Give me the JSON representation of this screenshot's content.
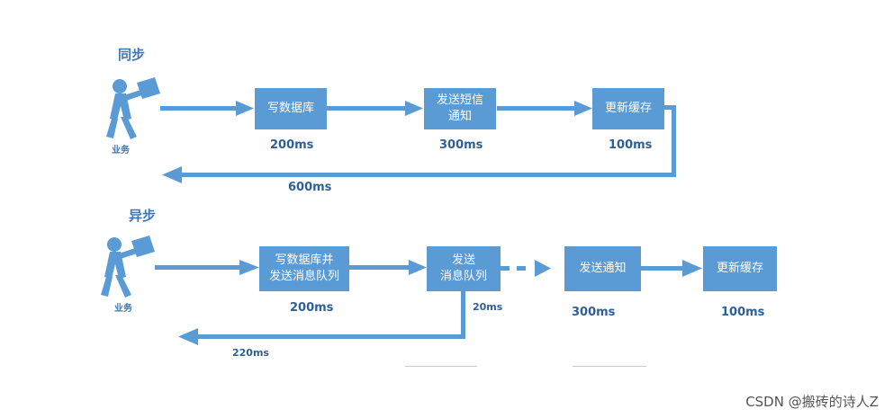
{
  "sync": {
    "title": "同步",
    "actor": "业务",
    "step1": {
      "label": "写数据库",
      "time": "200ms"
    },
    "step2": {
      "label": "发送短信\n通知",
      "time": "300ms"
    },
    "step3": {
      "label": "更新缓存",
      "time": "100ms"
    },
    "total": "600ms"
  },
  "async": {
    "title": "异步",
    "actor": "业务",
    "step1": {
      "label": "写数据库并\n发送消息队列",
      "time": "200ms"
    },
    "step2": {
      "label": "发送\n消息队列",
      "time": "20ms"
    },
    "step3": {
      "label": "发送通知",
      "time": "300ms"
    },
    "step4": {
      "label": "更新缓存",
      "time": "100ms"
    },
    "total": "220ms"
  },
  "watermark": "CSDN @搬砖的诗人Z",
  "colors": {
    "box": "#5b9bd5",
    "arrow": "#5b9bd5"
  }
}
